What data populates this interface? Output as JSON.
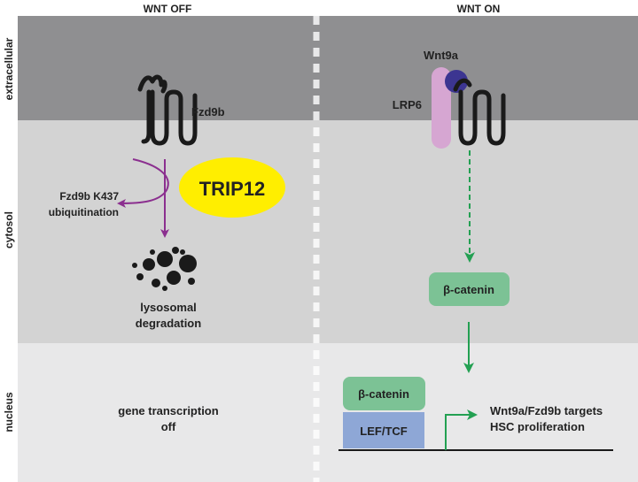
{
  "headers": {
    "left": "WNT OFF",
    "right": "WNT ON"
  },
  "compartments": {
    "extracellular": "extracellular",
    "cytosol": "cytosol",
    "nucleus": "nucleus"
  },
  "wnt_off": {
    "receptor": "Fzd9b",
    "e3_ligase": "TRIP12",
    "ubiquitination_line1": "Fzd9b K437",
    "ubiquitination_line2": "ubiquitination",
    "degradation_line1": "lysosomal",
    "degradation_line2": "degradation",
    "transcription_line1": "gene transcription",
    "transcription_line2": "off"
  },
  "wnt_on": {
    "ligand": "Wnt9a",
    "coreceptor": "LRP6",
    "beta_catenin_cytosol": "β-catenin",
    "beta_catenin_nucleus": "β-catenin",
    "tf": "LEF/TCF",
    "targets_line1": "Wnt9a/Fzd9b targets",
    "targets_line2": "HSC proliferation"
  },
  "colors": {
    "extracellular_bg": "#8f8f91",
    "cytosol_bg": "#d3d3d3",
    "nucleus_bg": "#e8e8e9",
    "purple_arrow": "#8b2f8f",
    "green_arrow": "#23a052",
    "trip12": "#ffee00",
    "beta_catenin": "#7cc295",
    "lef_tcf": "#8ea7d6",
    "lrp6": "#d6a6d2",
    "wnt9a": "#3c3591"
  }
}
